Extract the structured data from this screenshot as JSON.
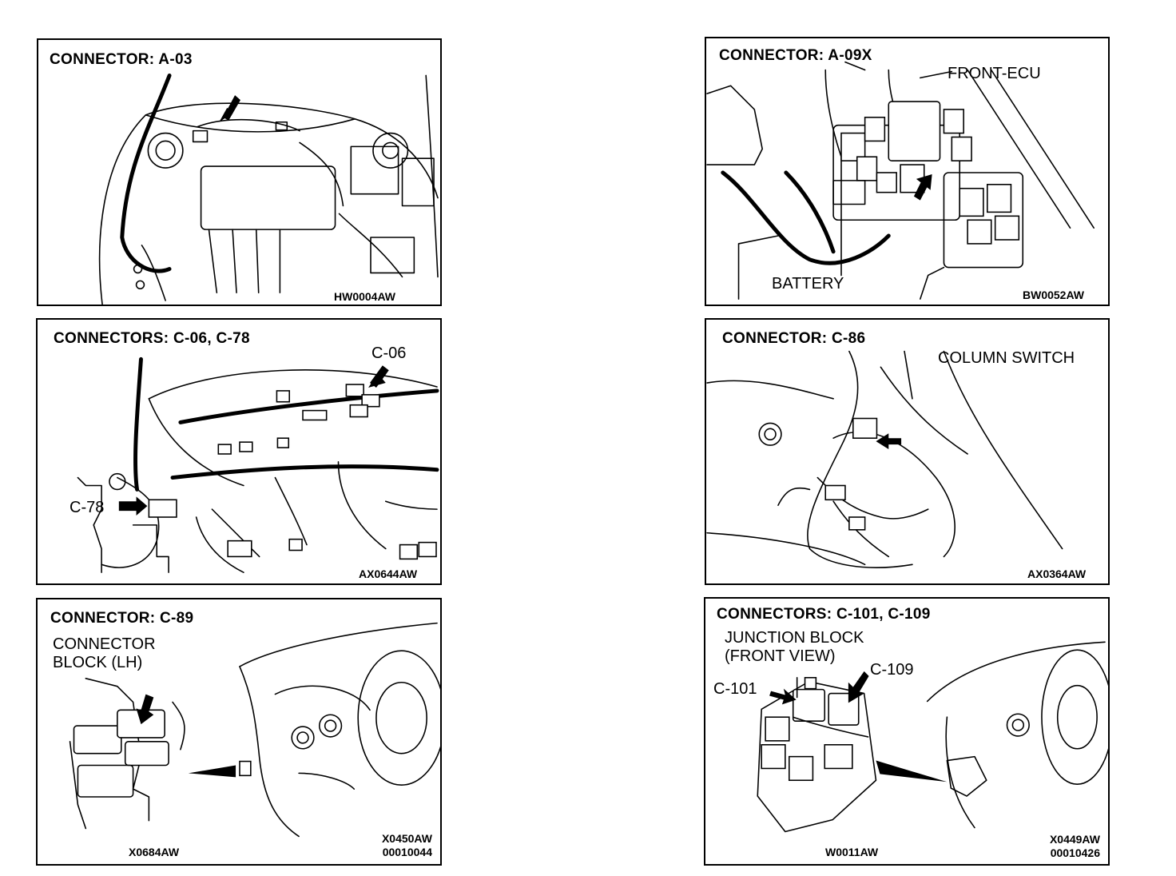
{
  "panels": [
    {
      "title": "CONNECTOR:  A-03",
      "labels": [],
      "codes": [
        "HW0004AW"
      ]
    },
    {
      "title": "CONNECTOR:  A-09X",
      "labels": [
        "FRONT-ECU",
        "BATTERY"
      ],
      "codes": [
        "BW0052AW"
      ]
    },
    {
      "title": "CONNECTORS:  C-06,  C-78",
      "labels": [
        "C-06",
        "C-78"
      ],
      "codes": [
        "AX0644AW"
      ]
    },
    {
      "title": "CONNECTOR:  C-86",
      "labels": [
        "COLUMN SWITCH"
      ],
      "codes": [
        "AX0364AW"
      ]
    },
    {
      "title": "CONNECTOR:  C-89",
      "labels": [
        "CONNECTOR",
        "BLOCK (LH)"
      ],
      "codes": [
        "X0684AW",
        "X0450AW",
        "00010044"
      ]
    },
    {
      "title": "CONNECTORS:  C-101,  C-109",
      "labels": [
        "JUNCTION BLOCK",
        "(FRONT VIEW)",
        "C-101",
        "C-109"
      ],
      "codes": [
        "W0011AW",
        "X0449AW",
        "00010426"
      ]
    }
  ]
}
